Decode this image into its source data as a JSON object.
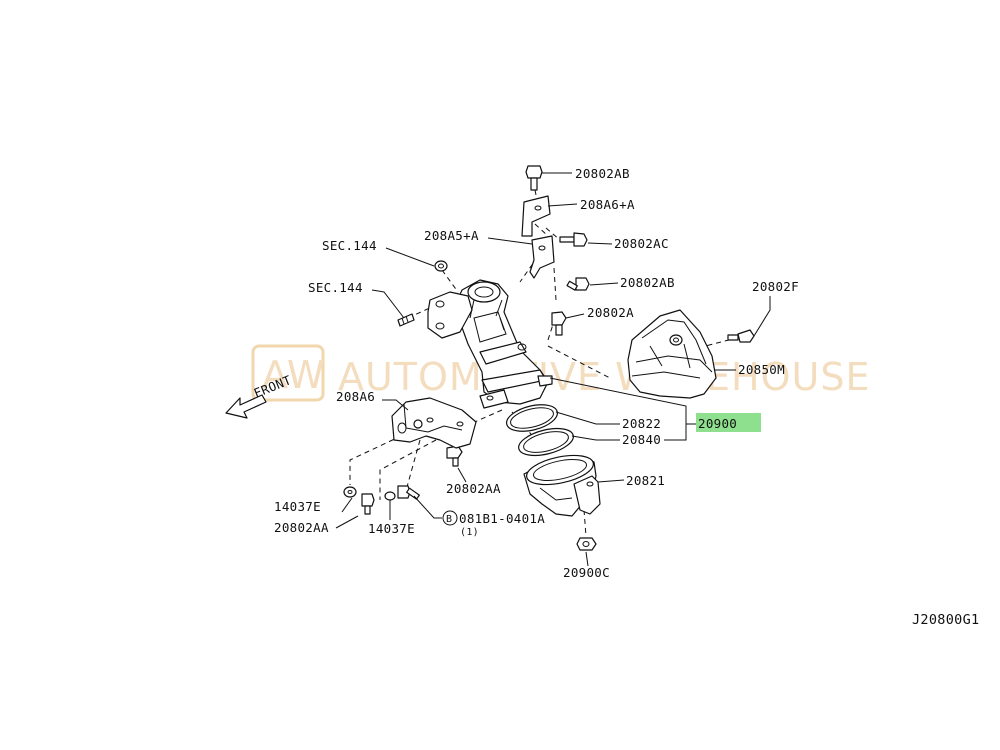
{
  "watermark": {
    "logo_text": "AW",
    "text": "AUTOMOTIVE WAREHOUSE",
    "color": "#f2d7ae"
  },
  "front_arrow": {
    "label": "FRONT"
  },
  "highlight_color": "#8ee08e",
  "labels": {
    "p20802AB_top": "20802AB",
    "p208A6_plus_A": "208A6+A",
    "p208A5_plus_A": "208A5+A",
    "p20802AC": "20802AC",
    "sec144_upper": "SEC.144",
    "p20802AB_mid": "20802AB",
    "sec144_lower": "SEC.144",
    "p20802A": "20802A",
    "p20802F": "20802F",
    "p20850M": "20850M",
    "p208A6": "208A6",
    "p20822": "20822",
    "p20900": "20900",
    "p20840": "20840",
    "p20821": "20821",
    "p20802AA_mid": "20802AA",
    "p14037E_left": "14037E",
    "p20802AA_left": "20802AA",
    "p14037E_mid": "14037E",
    "bolt_circle_letter": "B",
    "bolt_spec": "081B1-0401A",
    "bolt_qty": "(1)",
    "p20900C": "20900C",
    "diagram_id": "J20800G1"
  }
}
